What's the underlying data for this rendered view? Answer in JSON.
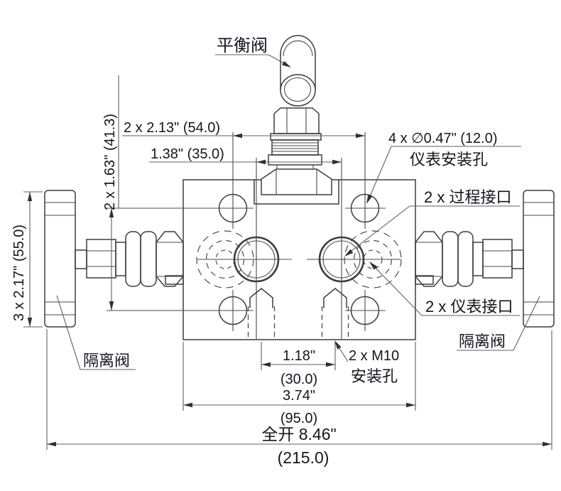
{
  "drawing": {
    "title_semantic": "3-valve manifold dimensional drawing",
    "colors": {
      "line": "#3d3d3d",
      "dim_line": "#5f5f5f",
      "text": "#15151f",
      "background": "#ffffff"
    },
    "labels": {
      "balance_valve": "平衡阀",
      "instrument_mounting_holes_line1": "4 x ∅0.47\" (12.0)",
      "instrument_mounting_holes_line2": "仪表安装孔",
      "process_ports": "2 x 过程接口",
      "instrument_ports": "2 x 仪表接口",
      "isolation_valve_left": "隔离阀",
      "isolation_valve_right": "隔离阀",
      "mounting_holes_line1": "2 x M10",
      "mounting_holes_line2": "安装孔"
    },
    "dimensions": {
      "hole_spacing_horizontal": "2 x 2.13\" (54.0)",
      "port_spacing": "1.38\" (35.0)",
      "hole_spacing_vertical": "2 x 1.63\" (41.3)",
      "handle_length": "3 x 2.17\" (55.0)",
      "m10_spacing_in": "1.18\"",
      "m10_spacing_mm": "(30.0)",
      "body_width_in": "3.74\"",
      "body_width_mm": "(95.0)",
      "full_open_in": "全开 8.46\"",
      "full_open_mm": "(215.0)"
    }
  }
}
